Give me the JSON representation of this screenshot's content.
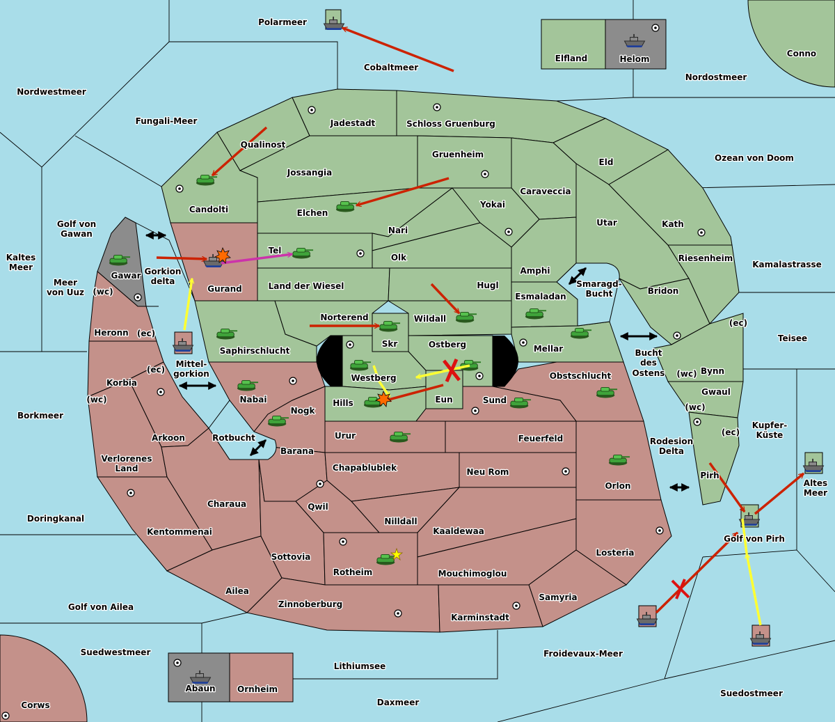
{
  "colors": {
    "sea": "#a9dde9",
    "green_power": "#a3c59a",
    "red_power": "#c4918a",
    "neutral_gray": "#8c8c8c",
    "order_move": "#cc2200",
    "order_support": "#ffff33",
    "order_convoy": "#cc33aa",
    "impassable": "#000000"
  },
  "labels": [
    "Polarmeer",
    "Cobaltmeer",
    "Elfland",
    "Helom",
    "Conno",
    "Nordostmeer",
    "Nordwestmeer",
    "Fungali-Meer",
    "Jadestadt",
    "Schloss Gruenburg",
    "Qualinost",
    "Gruenheim",
    "Eld",
    "Ozean von Doom",
    "Jossangia",
    "Caraveccia",
    "Golf von",
    "Gawan",
    "Yokai",
    "Candolti",
    "Elchen",
    "Utar",
    "Kath",
    "Nari",
    "Kaltes",
    "Meer",
    "Tel",
    "Olk",
    "Riesenheim",
    "Kamalastrasse",
    "Amphi",
    "Gawar",
    "Gorkion",
    "delta",
    "Meer",
    "von Uuz",
    "Smaragd-",
    "Bucht",
    "Land der Wiesel",
    "Gurand",
    "Hugl",
    "Bridon",
    "(wc)",
    "Esmaladan",
    "Norterend",
    "Wildall",
    "(ec)",
    "Heronn",
    "(ec)",
    "Teisee",
    "Skr",
    "Ostberg",
    "Mellar",
    "Saphirschlucht",
    "Bucht",
    "des",
    "Ostens",
    "(ec)",
    "Bynn",
    "(wc)",
    "Westberg",
    "Obstschlucht",
    "Mittel-",
    "gorkion",
    "Korbia",
    "Gwaul",
    "Nabai",
    "(wc)",
    "Eun",
    "Sund",
    "Hills",
    "(wc)",
    "Nogk",
    "Borkmeer",
    "Kupfer-",
    "Küste",
    "Urur",
    "Feuerfeld",
    "Arkoon",
    "Rotbucht",
    "Rodesion",
    "Delta",
    "(ec)",
    "Barana",
    "Verlorenes",
    "Land",
    "Chapablublek",
    "Neu Rom",
    "Pirh",
    "Altes",
    "Meer",
    "Orlon",
    "Charaua",
    "Qwil",
    "Doringkanal",
    "Nilldall",
    "Kaaldewaa",
    "Kentommenai",
    "Golf von Pirh",
    "Losteria",
    "Sottovia",
    "Rotheim",
    "Mouchimoglou",
    "Ailea",
    "Samyria",
    "Zinnoberburg",
    "Golf von Ailea",
    "Karminstadt",
    "Suedwestmeer",
    "Froidevaux-Meer",
    "Lithiumsee",
    "Abaun",
    "Ornheim",
    "Suedostmeer",
    "Daxmeer",
    "Corws"
  ],
  "units": [
    {
      "type": "army",
      "icon": "tank-icon"
    },
    {
      "type": "army",
      "icon": "tank-icon"
    },
    {
      "type": "army",
      "icon": "tank-icon"
    },
    {
      "type": "army",
      "icon": "tank-icon"
    },
    {
      "type": "army",
      "icon": "tank-icon"
    },
    {
      "type": "army",
      "icon": "tank-icon"
    },
    {
      "type": "army",
      "icon": "tank-icon"
    },
    {
      "type": "army",
      "icon": "tank-icon"
    },
    {
      "type": "army",
      "icon": "tank-icon"
    },
    {
      "type": "army",
      "icon": "tank-icon"
    },
    {
      "type": "army",
      "icon": "tank-icon"
    },
    {
      "type": "army",
      "icon": "tank-icon"
    },
    {
      "type": "army",
      "icon": "tank-icon"
    },
    {
      "type": "army",
      "icon": "tank-icon"
    },
    {
      "type": "army",
      "icon": "tank-icon"
    },
    {
      "type": "army",
      "icon": "tank-icon"
    },
    {
      "type": "army",
      "icon": "tank-icon"
    },
    {
      "type": "army",
      "icon": "tank-icon"
    },
    {
      "type": "army",
      "icon": "tank-icon"
    },
    {
      "type": "fleet",
      "icon": "ship-icon",
      "base": "green"
    },
    {
      "type": "fleet",
      "icon": "ship-icon"
    },
    {
      "type": "fleet",
      "icon": "ship-icon"
    },
    {
      "type": "fleet",
      "icon": "ship-icon",
      "base": "red"
    },
    {
      "type": "fleet",
      "icon": "ship-icon",
      "base": "green"
    },
    {
      "type": "fleet",
      "icon": "ship-icon",
      "base": "green"
    },
    {
      "type": "fleet",
      "icon": "ship-icon",
      "base": "red"
    },
    {
      "type": "fleet",
      "icon": "ship-icon",
      "base": "red"
    },
    {
      "type": "fleet",
      "icon": "ship-icon"
    }
  ]
}
